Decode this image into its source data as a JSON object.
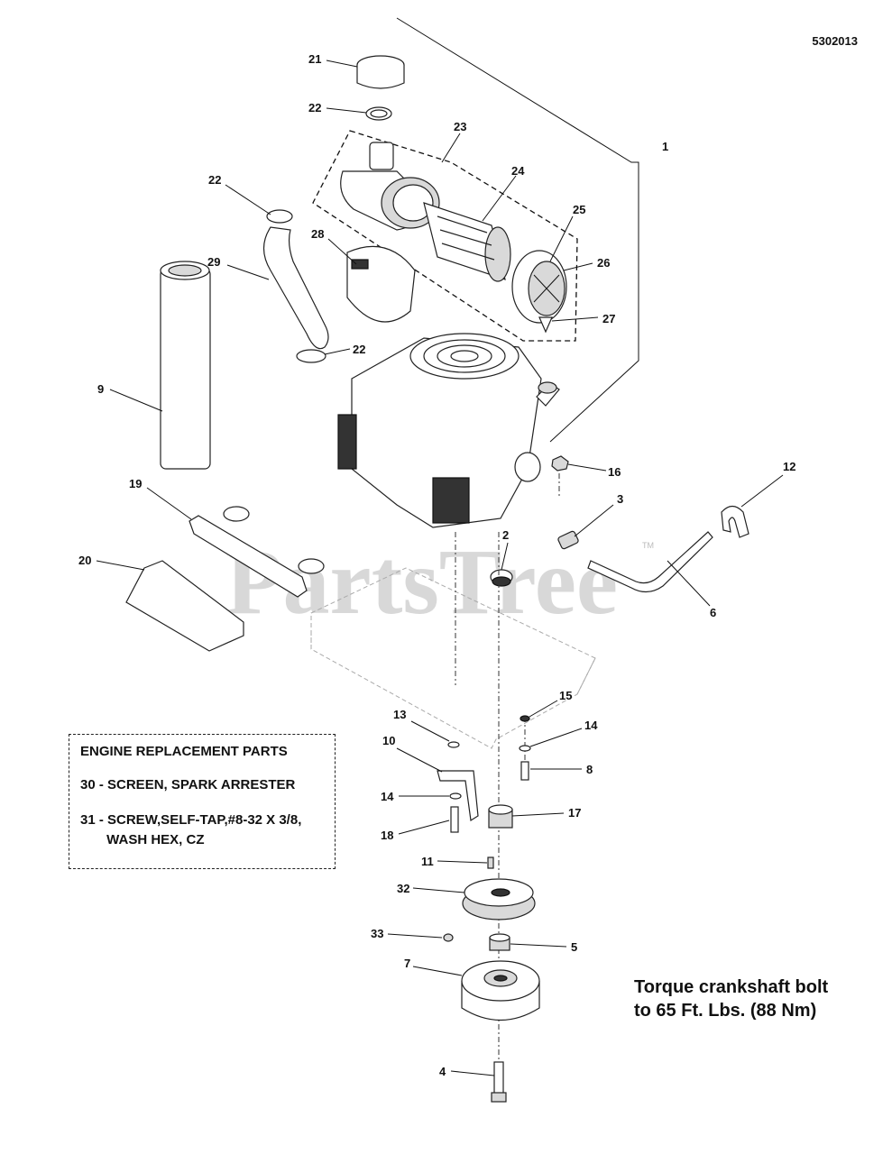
{
  "drawing_id": "5302013",
  "watermark": "PartsTree",
  "watermark_tm": "TM",
  "callouts": {
    "c1": "1",
    "c2": "2",
    "c3": "3",
    "c4": "4",
    "c5": "5",
    "c6": "6",
    "c7": "7",
    "c8": "8",
    "c9": "9",
    "c10": "10",
    "c11": "11",
    "c12": "12",
    "c13": "13",
    "c14a": "14",
    "c14b": "14",
    "c15": "15",
    "c16": "16",
    "c17": "17",
    "c18": "18",
    "c19": "19",
    "c20": "20",
    "c21": "21",
    "c22a": "22",
    "c22b": "22",
    "c22c": "22",
    "c23": "23",
    "c24": "24",
    "c25": "25",
    "c26": "26",
    "c27": "27",
    "c28": "28",
    "c29": "29",
    "c32": "32",
    "c33": "33"
  },
  "engine_replacement_parts": {
    "title": "ENGINE REPLACEMENT PARTS",
    "item_30": "30 - SCREEN, SPARK ARRESTER",
    "item_31_line1": "31 - SCREW,SELF-TAP,#8-32 X 3/8,",
    "item_31_line2": "       WASH HEX, CZ"
  },
  "torque_note": {
    "line1": "Torque crankshaft bolt",
    "line2": "to 65 Ft. Lbs. (88 Nm)"
  }
}
